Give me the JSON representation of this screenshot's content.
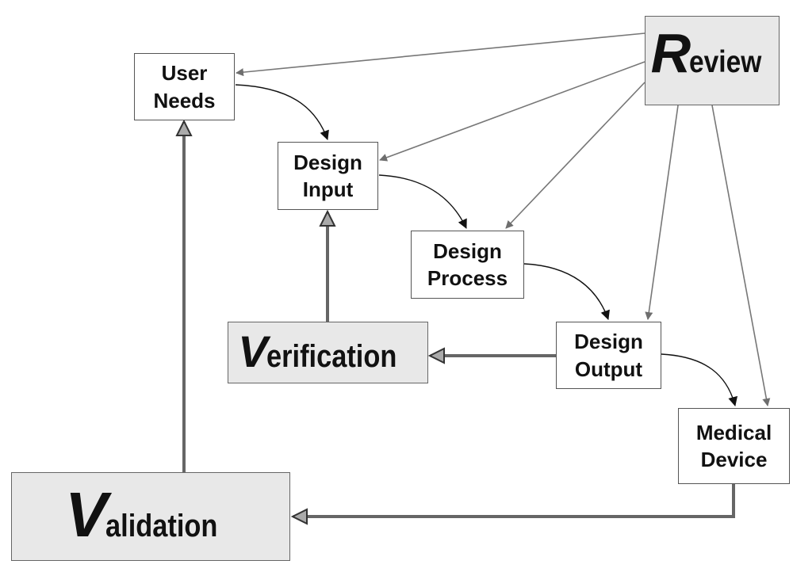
{
  "nodes": {
    "user_needs": {
      "line1": "User",
      "line2": "Needs"
    },
    "design_input": {
      "line1": "Design",
      "line2": "Input"
    },
    "design_process": {
      "line1": "Design",
      "line2": "Process"
    },
    "design_output": {
      "line1": "Design",
      "line2": "Output"
    },
    "medical_device": {
      "line1": "Medical",
      "line2": "Device"
    },
    "review": {
      "initial": "R",
      "rest": "eview"
    },
    "verification": {
      "initial": "V",
      "rest": "erification"
    },
    "validation": {
      "initial": "V",
      "rest": "alidation"
    }
  },
  "colors": {
    "box_fill_gray": "#e8e8e8",
    "arrow_review": "#777777",
    "arrow_flow": "#111111",
    "arrow_feedback": "#666666"
  }
}
